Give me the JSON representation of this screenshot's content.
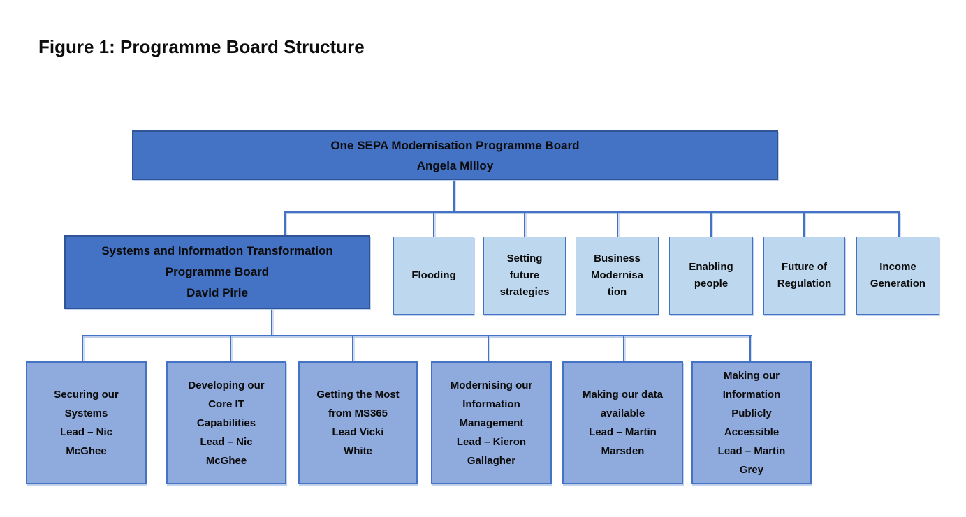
{
  "figure": {
    "title": "Figure 1: Programme Board Structure"
  },
  "colors": {
    "board_fill": "#4472C4",
    "board_border": "#2F5597",
    "workstream_fill": "#BDD7EE",
    "workstream_border": "#4472C4",
    "project_fill": "#8FAADC",
    "project_border": "#4472C4",
    "connector": "#4472C4",
    "text": "#000000"
  },
  "org": {
    "root": {
      "name": "One SEPA Modernisation Programme Board",
      "lead": "Angela Milloy",
      "text": "One SEPA Modernisation Programme Board\nAngela Milloy"
    },
    "sub_board": {
      "name": "Systems and Information Transformation Programme Board",
      "lead": "David Pirie",
      "text": "Systems and Information Transformation\nProgramme Board\nDavid Pirie"
    },
    "workstreams": [
      {
        "label": "Flooding",
        "text": "Flooding"
      },
      {
        "label": "Setting future strategies",
        "text": "Setting\nfuture\nstrategies"
      },
      {
        "label": "Business Modernisation",
        "text": "Business\nModernisa\ntion"
      },
      {
        "label": "Enabling people",
        "text": "Enabling\npeople"
      },
      {
        "label": "Future of Regulation",
        "text": "Future of\nRegulation"
      },
      {
        "label": "Income Generation",
        "text": "Income\nGeneration"
      }
    ],
    "projects": [
      {
        "label": "Securing our Systems",
        "lead": "Lead – Nic McGhee",
        "text": "Securing our\nSystems\nLead – Nic\nMcGhee"
      },
      {
        "label": "Developing our Core IT Capabilities",
        "lead": "Lead – Nic McGhee",
        "text": "Developing our\nCore IT\nCapabilities\nLead – Nic\nMcGhee"
      },
      {
        "label": "Getting the Most from MS365",
        "lead": "Lead Vicki White",
        "text": "Getting the Most\nfrom MS365\nLead Vicki\nWhite"
      },
      {
        "label": "Modernising our Information Management",
        "lead": "Lead – Kieron Gallagher",
        "text": "Modernising our\nInformation\nManagement\nLead – Kieron\nGallagher"
      },
      {
        "label": "Making our data available",
        "lead": "Lead – Martin Marsden",
        "text": "Making our data\navailable\nLead – Martin\nMarsden"
      },
      {
        "label": "Making our Information Publicly Accessible",
        "lead": "Lead – Martin Grey",
        "text": "Making our\nInformation\nPublicly\nAccessible\nLead – Martin\nGrey"
      }
    ]
  }
}
